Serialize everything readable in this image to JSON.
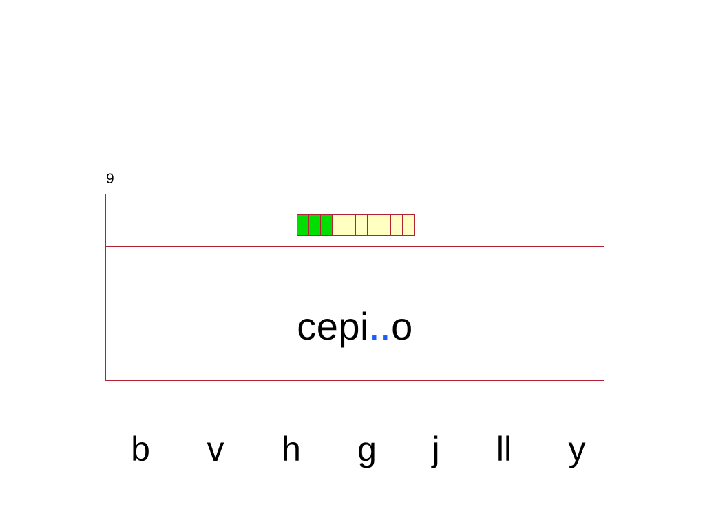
{
  "exercise": {
    "number": "9",
    "progress": {
      "completed": 3,
      "total": 10
    },
    "word": {
      "prefix": "cepi",
      "gap": "..",
      "suffix": "o"
    }
  },
  "choices": [
    "b",
    "v",
    "h",
    "g",
    "j",
    "ll",
    "y"
  ],
  "colors": {
    "border": "#b22234",
    "progress_done": "#00dd00",
    "progress_pending": "#ffffc2",
    "gap": "#1a5cff"
  }
}
